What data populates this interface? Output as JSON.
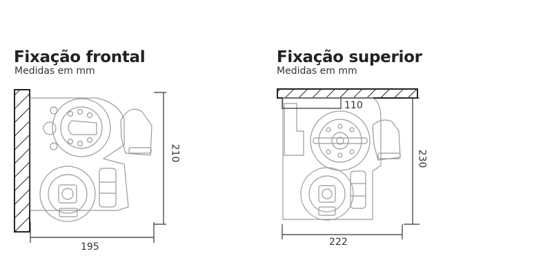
{
  "colors": {
    "line": "#222222",
    "sketch": "#9a9a9a",
    "text": "#222222"
  },
  "front": {
    "title": "Fixação frontal",
    "subtitle": "Medidas em mm",
    "width_label": "195",
    "height_label": "210"
  },
  "top": {
    "title": "Fixação superior",
    "subtitle": "Medidas em mm",
    "offset_label": "110",
    "width_label": "222",
    "height_label": "230"
  }
}
